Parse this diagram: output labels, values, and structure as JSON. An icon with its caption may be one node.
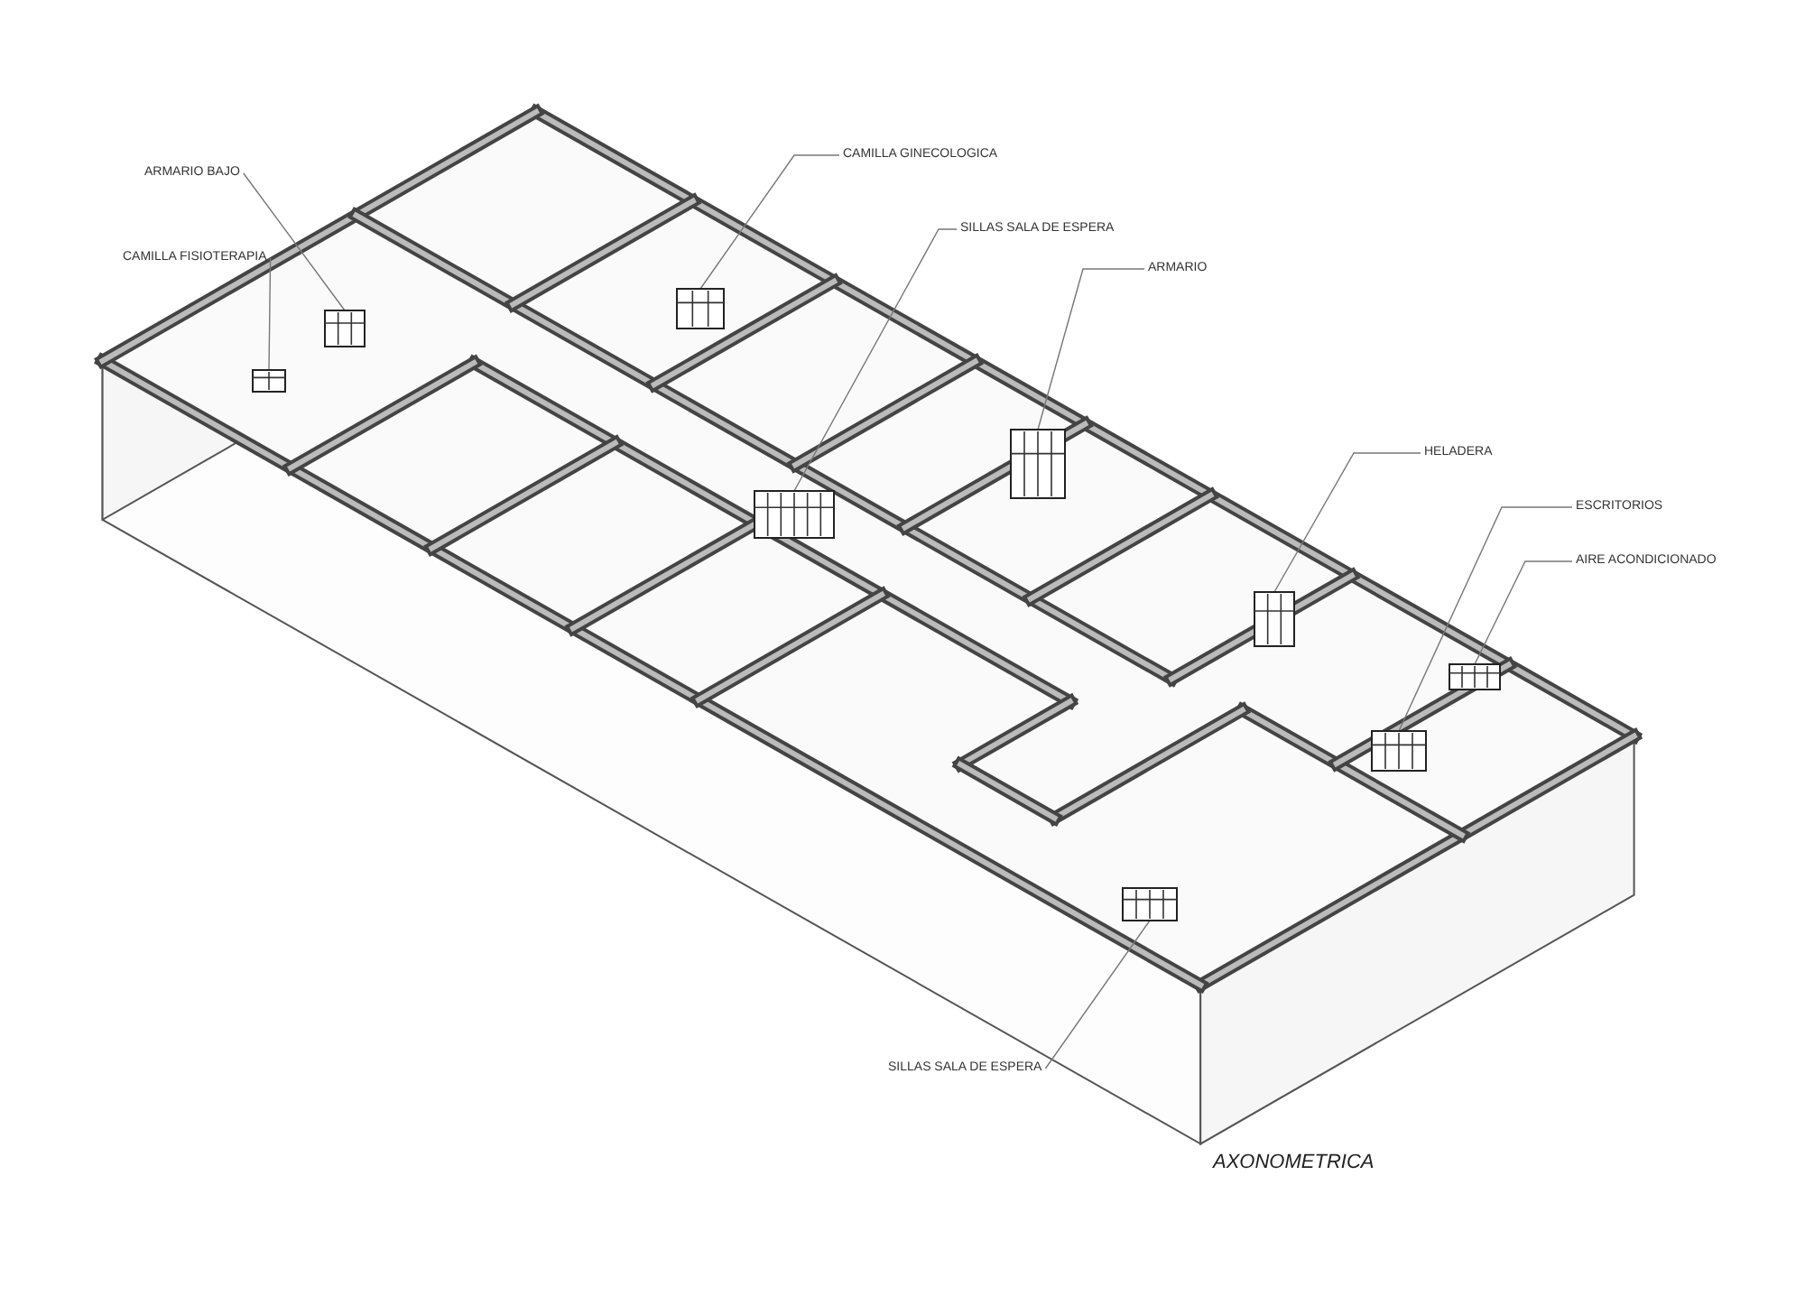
{
  "diagram": {
    "caption": "AXONOMETRICA",
    "nodes": [
      {
        "text": [
          "ARMARIO BAJO"
        ]
      },
      {
        "text": [
          "CAMILLA FISIOTERAPIA"
        ]
      },
      {
        "text": [
          "CAMILLA GINECOLOGICA"
        ]
      },
      {
        "text": [
          "SILLAS SALA DE ESPERA"
        ]
      },
      {
        "text": [
          "ARMARIO"
        ]
      },
      {
        "text": [
          "HELADERA"
        ]
      },
      {
        "text": [
          "ESCRITORIOS"
        ]
      },
      {
        "text": [
          "AIRE ACONDICIONADO"
        ]
      },
      {
        "text": [
          "SILLAS SALA DE ESPERA"
        ]
      },
      {
        "text": [],
        "shape": "picture"
      },
      {
        "text": [],
        "shape": "picture"
      },
      {
        "text": [],
        "shape": "picture"
      },
      {
        "text": [],
        "shape": "picture"
      },
      {
        "text": [],
        "shape": "picture"
      },
      {
        "text": [],
        "shape": "picture"
      },
      {
        "text": [],
        "shape": "picture"
      },
      {
        "text": [],
        "shape": "picture"
      },
      {
        "text": [],
        "shape": "picture"
      }
    ],
    "edges": [
      {
        "from": 0,
        "to": 9,
        "arrow": "none"
      },
      {
        "from": 1,
        "to": 10,
        "arrow": "none"
      },
      {
        "from": 2,
        "to": 11,
        "arrow": "none"
      },
      {
        "from": 3,
        "to": 12,
        "arrow": "none"
      },
      {
        "from": 4,
        "to": 13,
        "arrow": "none"
      },
      {
        "from": 5,
        "to": 14,
        "arrow": "none"
      },
      {
        "from": 6,
        "to": 15,
        "arrow": "none"
      },
      {
        "from": 7,
        "to": 16,
        "arrow": "none"
      },
      {
        "from": 8,
        "to": 17,
        "arrow": "none"
      }
    ]
  }
}
